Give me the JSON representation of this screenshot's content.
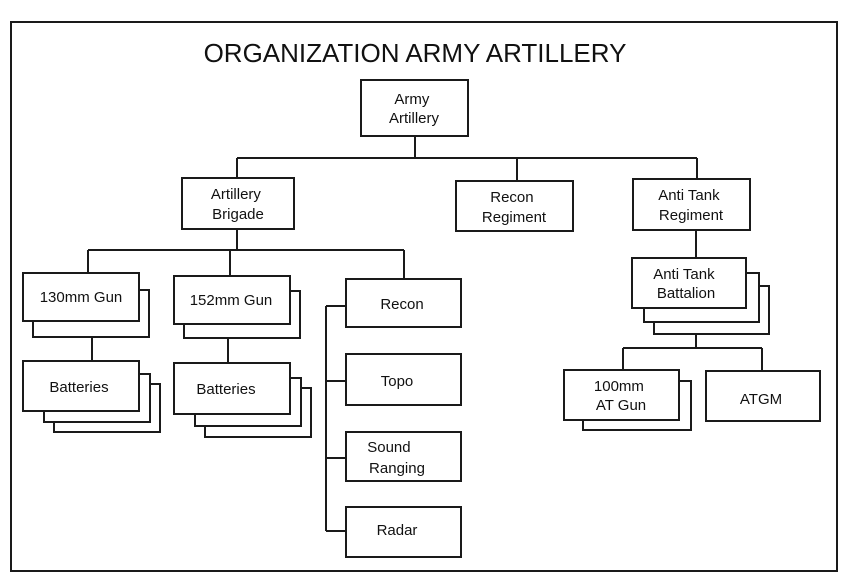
{
  "title": "ORGANIZATION ARMY ARTILLERY",
  "nodes": {
    "army_artillery": [
      "Army",
      "Artillery"
    ],
    "artillery_brigade": [
      "Artillery",
      "Brigade"
    ],
    "recon_regiment": [
      "Recon",
      "Regiment"
    ],
    "anti_tank_regiment": [
      "Anti Tank",
      "Regiment"
    ],
    "gun_130mm": [
      "130mm Gun"
    ],
    "gun_152mm": [
      "152mm Gun"
    ],
    "batteries_130": [
      "Batteries"
    ],
    "batteries_152": [
      "Batteries"
    ],
    "recon": [
      "Recon"
    ],
    "topo": [
      "Topo"
    ],
    "sound_ranging": [
      "Sound",
      "Ranging"
    ],
    "radar": [
      "Radar"
    ],
    "anti_tank_battalion": [
      "Anti Tank",
      "Battalion"
    ],
    "at_gun_100mm": [
      "100mm",
      "AT Gun"
    ],
    "atgm": [
      "ATGM"
    ]
  }
}
